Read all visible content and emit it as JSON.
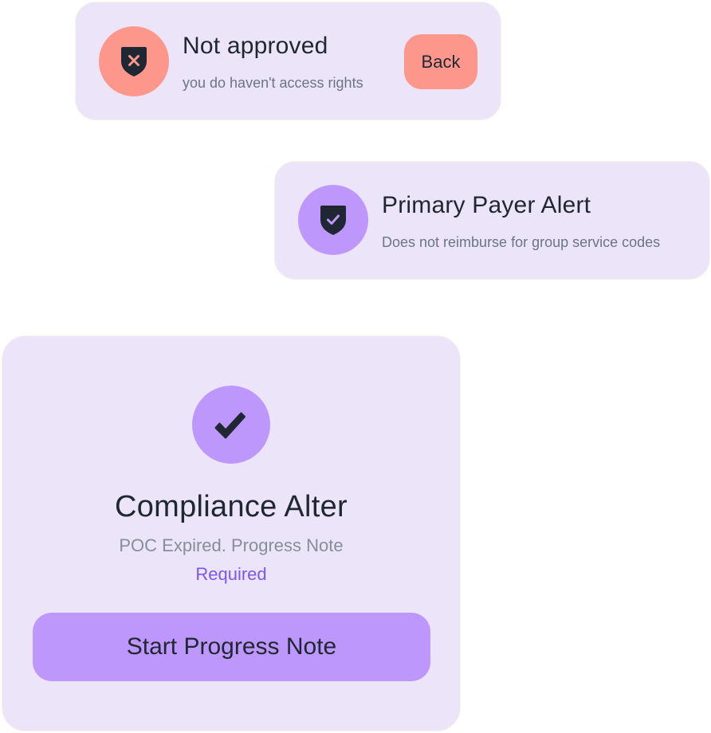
{
  "colors": {
    "card_background": "#ece4f9",
    "danger_accent": "#fe978b",
    "primary_accent": "#bd97fc",
    "link_accent": "#7a57ee",
    "text_primary": "#1f2733",
    "text_secondary": "#6b7585",
    "icon_dark": "#1f2733"
  },
  "not_approved_card": {
    "icon": "shield-x-icon",
    "title": "Not approved",
    "subtitle": "you do haven't access rights",
    "back_label": "Back"
  },
  "payer_alert_card": {
    "icon": "shield-check-icon",
    "title": "Primary Payer Alert",
    "subtitle": "Does not reimburse for group service codes"
  },
  "compliance_card": {
    "icon": "checkmark-icon",
    "title": "Compliance Alter",
    "description": "POC Expired. Progress Note",
    "required_label": "Required",
    "action_label": "Start Progress Note"
  }
}
